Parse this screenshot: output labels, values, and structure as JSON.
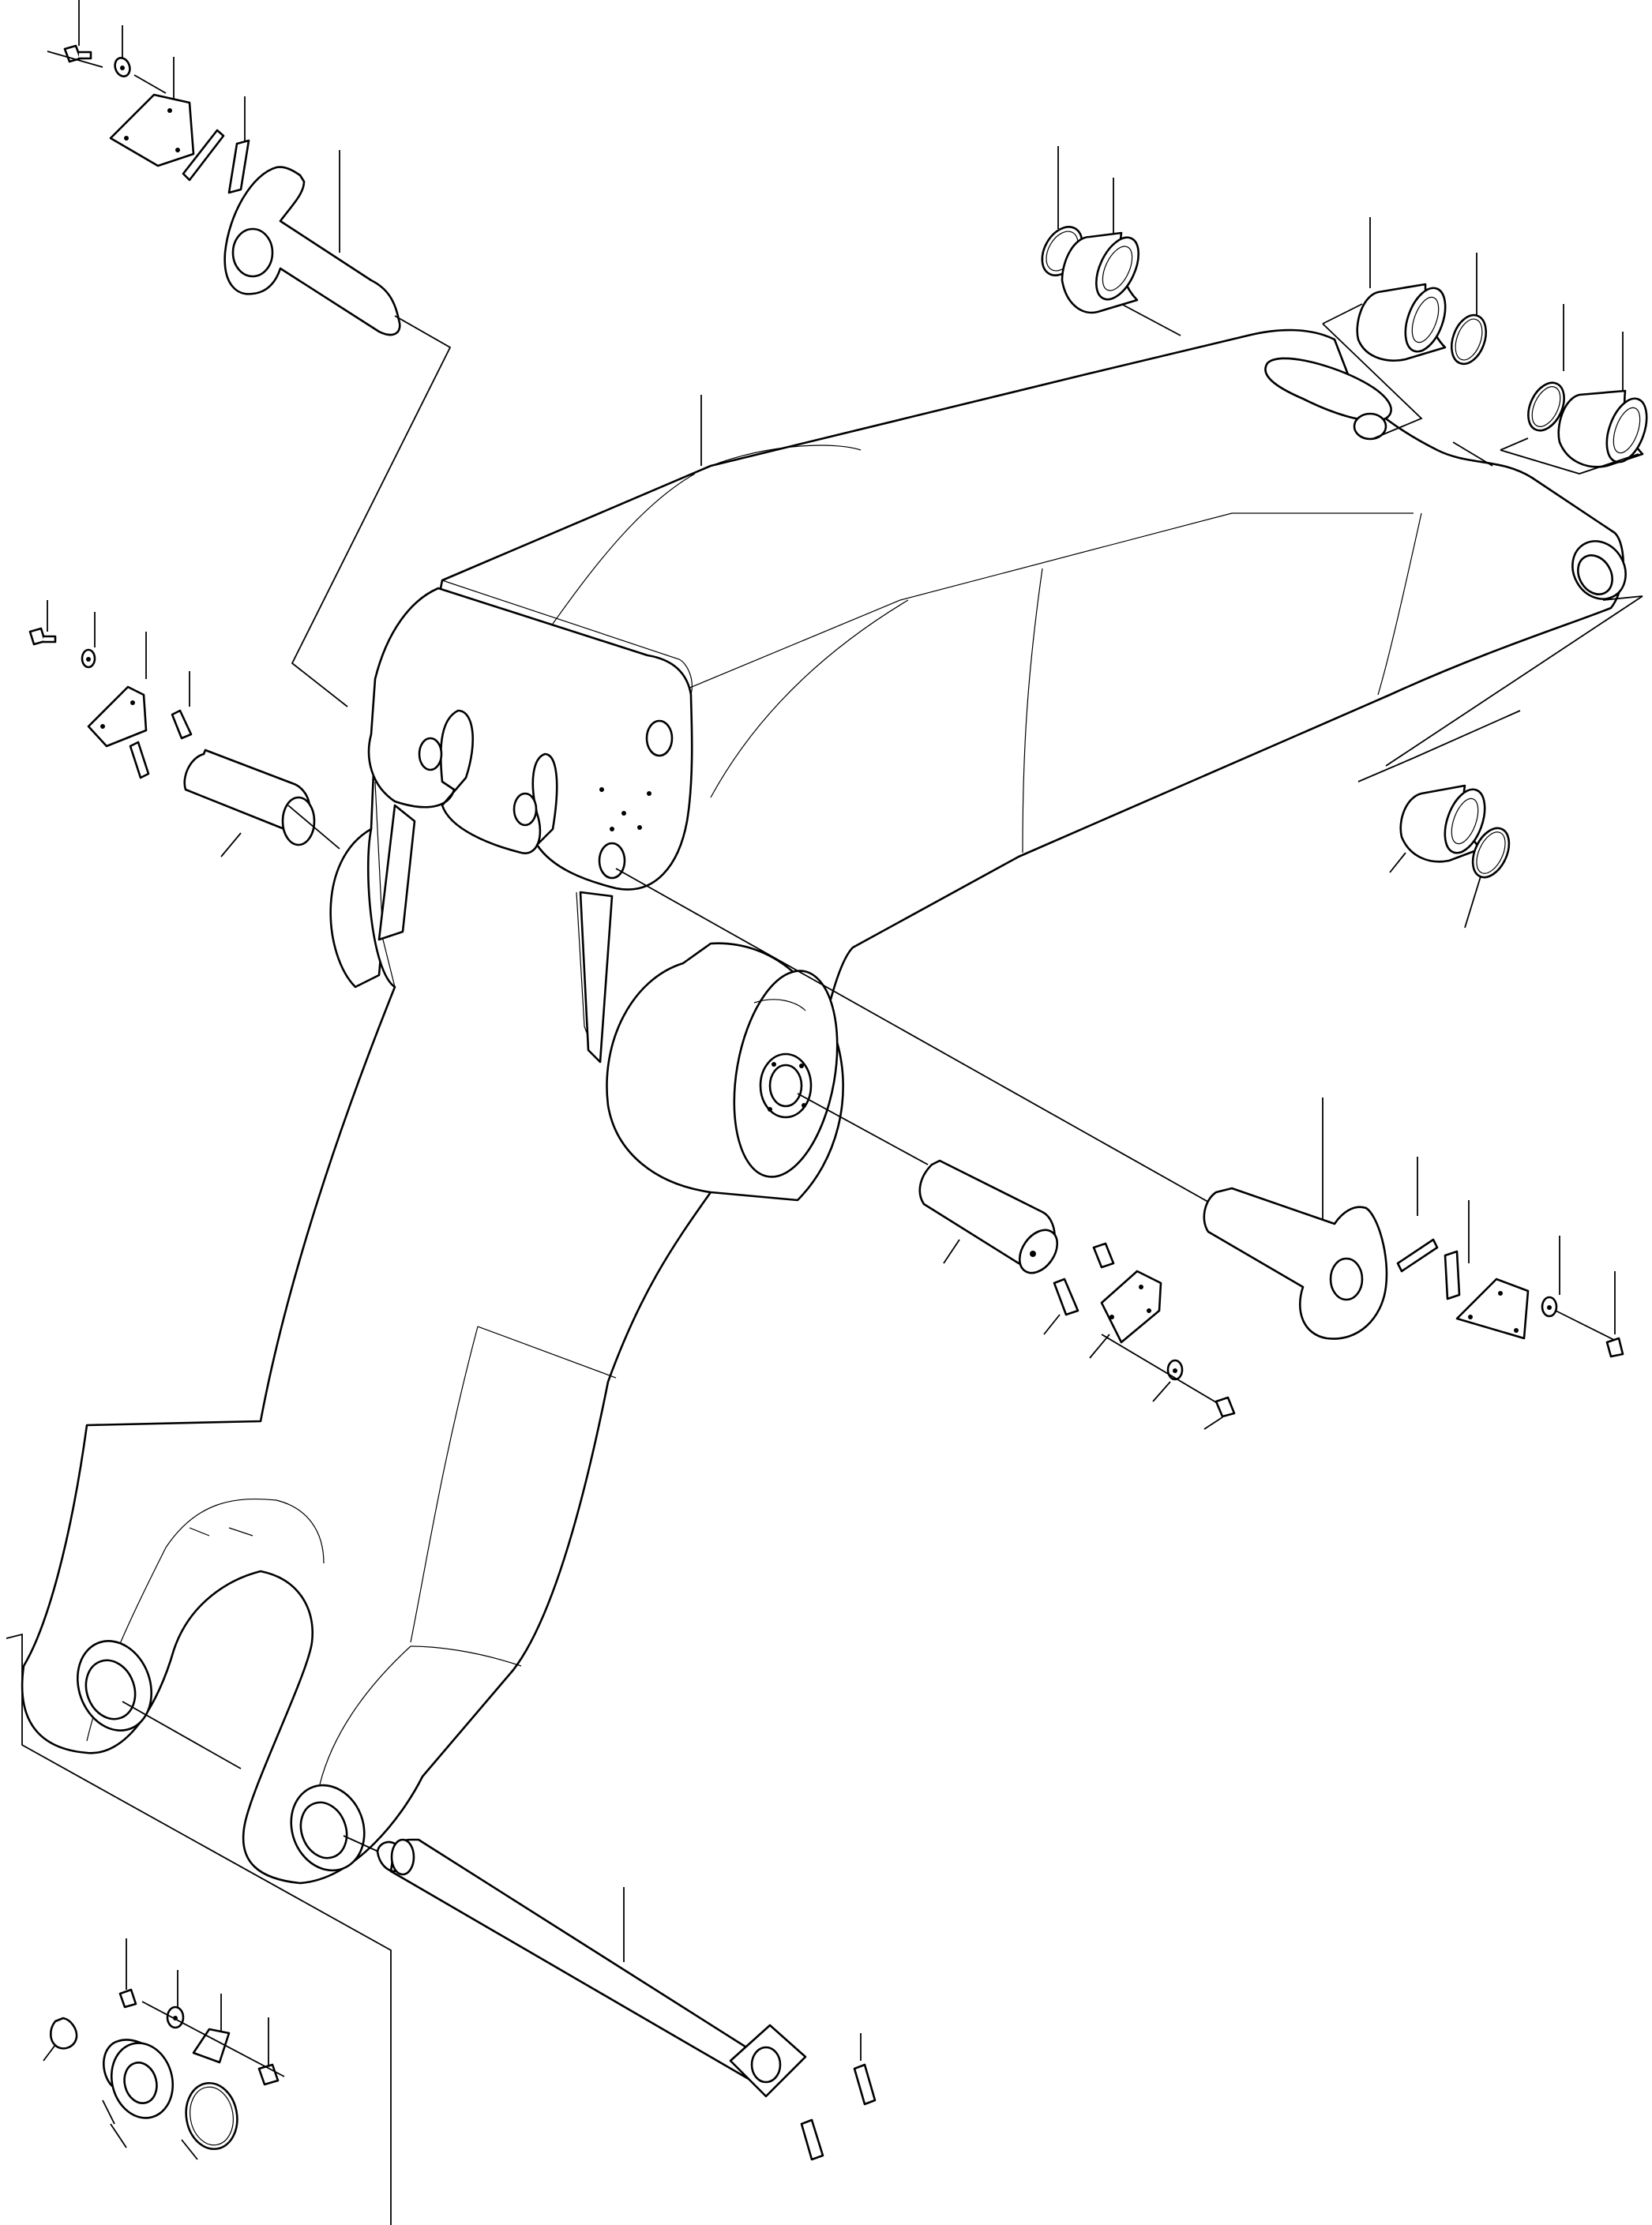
{
  "diagram": {
    "description_visible_text": [],
    "colors": {
      "line": "#000000",
      "background": "#ffffff"
    },
    "parts": [
      "boom-arm",
      "pin-top-left",
      "pin-left-mid",
      "pin-center",
      "pin-right",
      "pin-bottom",
      "bushings",
      "retainer-plates",
      "bolts",
      "washers",
      "o-rings",
      "shims",
      "bearing-cap"
    ]
  }
}
